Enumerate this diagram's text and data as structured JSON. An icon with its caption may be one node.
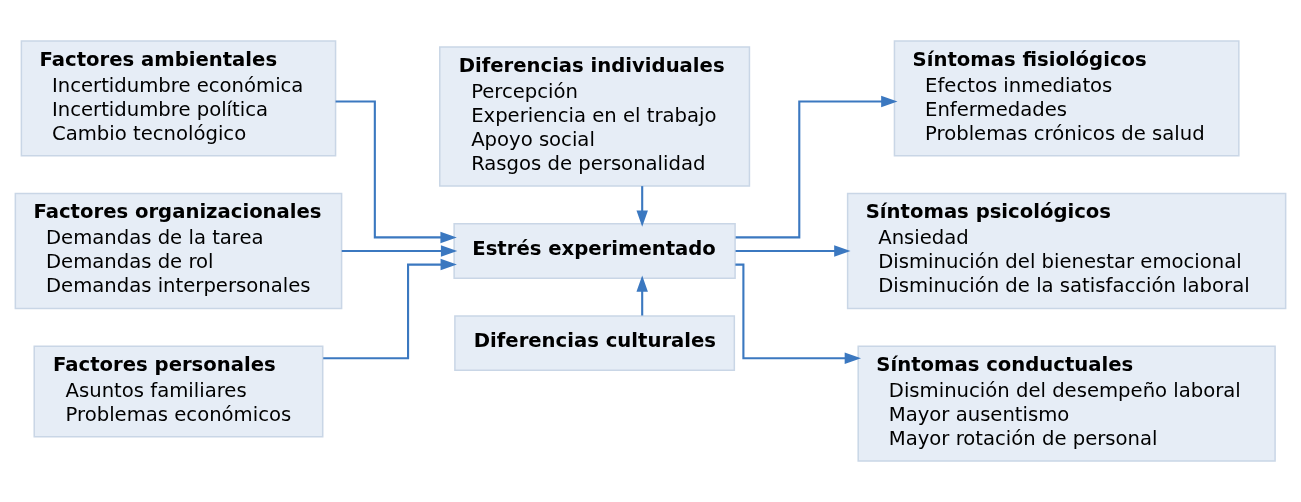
{
  "diagram": {
    "nodes": [
      {
        "text": [
          "Factores ambientales",
          "Incertidumbre económica",
          "Incertidumbre política",
          "Cambio tecnológico"
        ]
      },
      {
        "text": [
          "Diferencias individuales",
          "Percepción",
          "Experiencia en el trabajo",
          "Apoyo social",
          "Rasgos de personalidad"
        ]
      },
      {
        "text": [
          "Síntomas fisiológicos",
          "Efectos inmediatos",
          "Enfermedades",
          "Problemas crónicos de salud"
        ]
      },
      {
        "text": [
          "Factores organizacionales",
          "Demandas de la tarea",
          "Demandas de rol",
          "Demandas interpersonales"
        ]
      },
      {
        "text": [
          "Estrés experimentado"
        ]
      },
      {
        "text": [
          "Síntomas psicológicos",
          "Ansiedad",
          "Disminución del bienestar emocional",
          "Disminución de la satisfacción laboral"
        ]
      },
      {
        "text": [
          "Factores personales",
          "Asuntos familiares",
          "Problemas económicos"
        ]
      },
      {
        "text": [
          "Diferencias culturales"
        ]
      },
      {
        "text": [
          "Síntomas conductuales",
          "Disminución del desempeño laboral",
          "Mayor ausentismo",
          "Mayor rotación de personal"
        ]
      }
    ],
    "edges": [
      {
        "from": 0,
        "to": 4,
        "arrow": "to"
      },
      {
        "from": 3,
        "to": 4,
        "arrow": "to"
      },
      {
        "from": 6,
        "to": 4,
        "arrow": "to"
      },
      {
        "from": 1,
        "to": 4,
        "arrow": "to"
      },
      {
        "from": 7,
        "to": 4,
        "arrow": "to"
      },
      {
        "from": 4,
        "to": 2,
        "arrow": "to"
      },
      {
        "from": 4,
        "to": 5,
        "arrow": "to"
      },
      {
        "from": 4,
        "to": 8,
        "arrow": "to"
      }
    ]
  }
}
